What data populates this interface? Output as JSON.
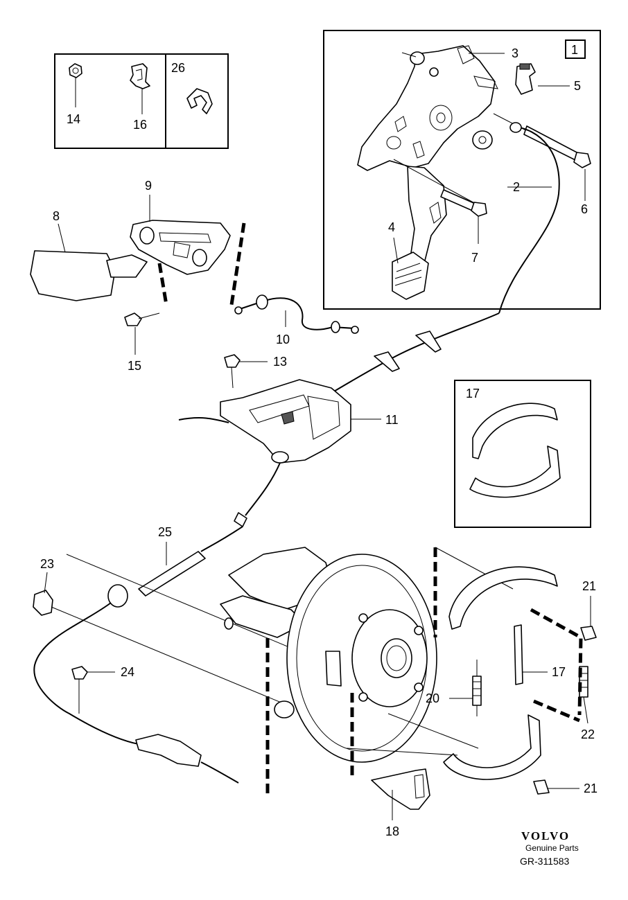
{
  "callouts": {
    "c1": "1",
    "c2": "2",
    "c3": "3",
    "c4": "4",
    "c5": "5",
    "c6": "6",
    "c7": "7",
    "c8": "8",
    "c9": "9",
    "c10": "10",
    "c11": "11",
    "c13": "13",
    "c14": "14",
    "c15": "15",
    "c16": "16",
    "c17_box": "17",
    "c17_strut": "17",
    "c18": "18",
    "c20": "20",
    "c21_top": "21",
    "c21_bottom": "21",
    "c22": "22",
    "c23": "23",
    "c24": "24",
    "c25": "25",
    "c26": "26"
  },
  "footer": {
    "brand": "VOLVO",
    "subtitle": "Genuine Parts",
    "reference": "GR-311583"
  }
}
